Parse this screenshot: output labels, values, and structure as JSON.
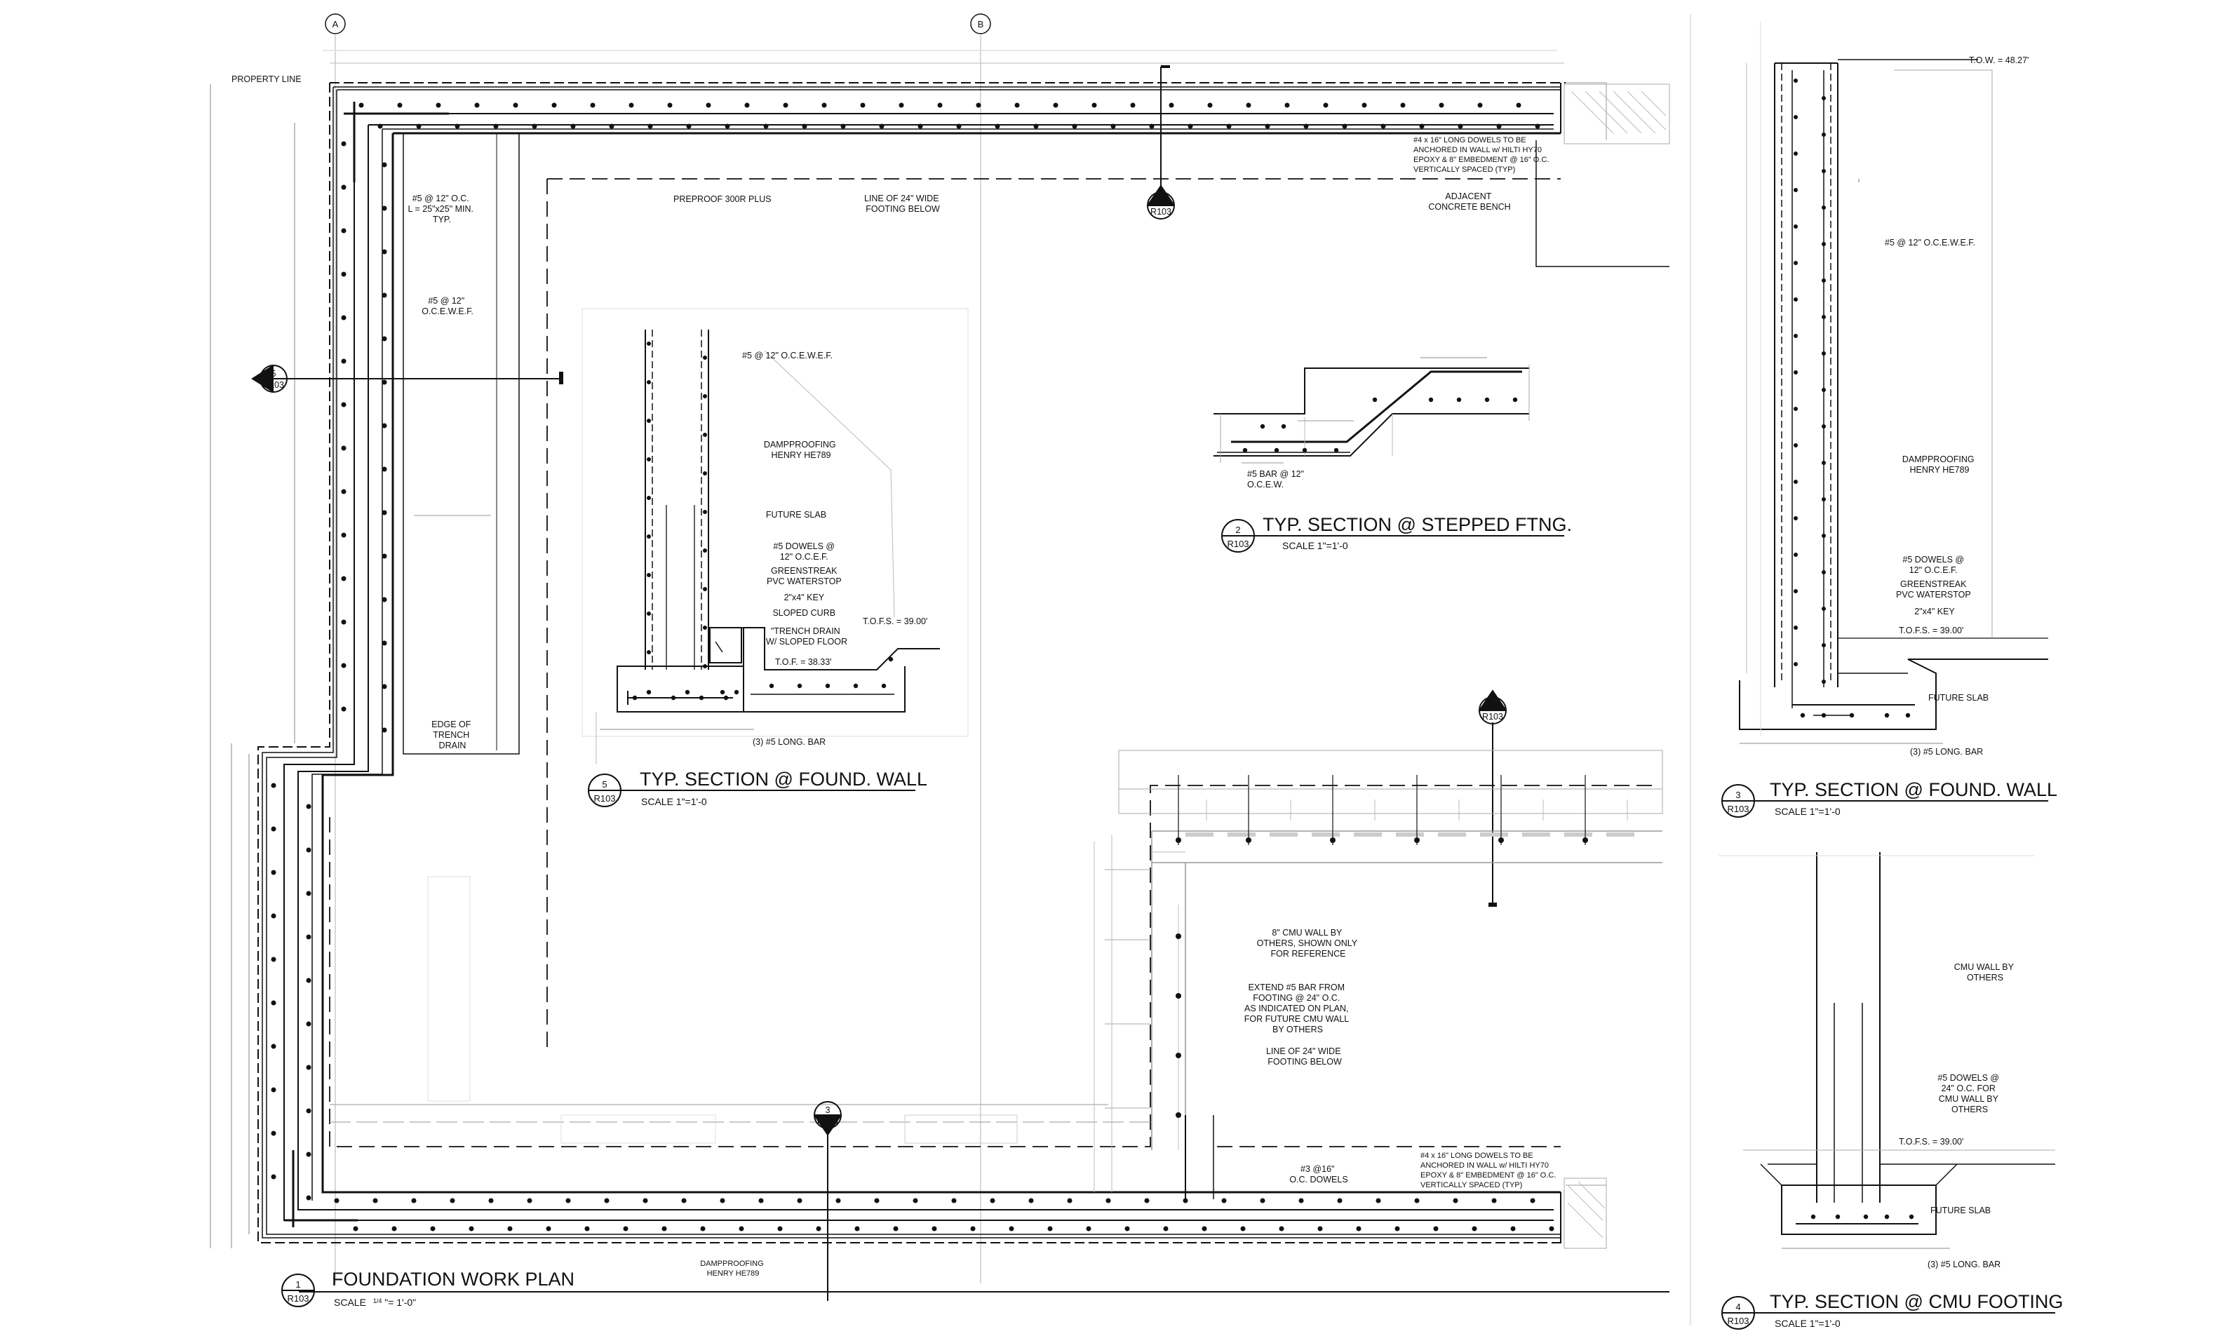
{
  "grid": {
    "a": "A",
    "b": "B"
  },
  "plan": {
    "property_line": "PROPERTY LINE",
    "rebar_corner": [
      "#5 @ 12\" O.C.",
      "L = 25\"x25\" MIN.",
      "TYP."
    ],
    "rebar_wall": [
      "#5 @ 12\"",
      "O.C.E.W.E.F."
    ],
    "preproof": "PREPROOF 300R PLUS",
    "footing_below": [
      "LINE OF 24\" WIDE",
      "FOOTING BELOW"
    ],
    "dowels_top": [
      "#4 x 16\" LONG DOWELS TO BE",
      "ANCHORED IN WALL w/ HILTI HY70",
      "EPOXY & 8\" EMBEDMENT @ 16\" O.C.",
      "VERTICALLY SPACED (TYP)"
    ],
    "bench": [
      "ADJACENT",
      "CONCRETE BENCH"
    ],
    "trench": [
      "EDGE OF",
      "TRENCH",
      "DRAIN"
    ],
    "cmu_wall": [
      "8\" CMU WALL BY",
      "OTHERS, SHOWN ONLY",
      "FOR REFERENCE"
    ],
    "extend_bar": [
      "EXTEND #5 BAR FROM",
      "FOOTING @ 24\" O.C.",
      "AS INDICATED ON PLAN,",
      "FOR FUTURE CMU WALL",
      "BY OTHERS"
    ],
    "footing_below_2": [
      "LINE OF 24\" WIDE",
      "FOOTING BELOW"
    ],
    "dowels_3": [
      "#3 @16\"",
      "O.C. DOWELS"
    ],
    "dowels_bottom": [
      "#4 x 16\" LONG DOWELS TO BE",
      "ANCHORED IN WALL w/ HILTI HY70",
      "EPOXY & 8\" EMBEDMENT @ 16\" O.C.",
      "VERTICALLY SPACED (TYP)"
    ],
    "dampproofing": [
      "DAMPPROOFING",
      "HENRY HE789"
    ],
    "number": "1",
    "sheet": "R103",
    "title": "FOUNDATION WORK PLAN",
    "scale_prefix": "SCALE",
    "scale_frac": "1/4",
    "scale_rest": "\"= 1'-0\""
  },
  "section_markers": [
    {
      "num": "3",
      "sheet": "R103"
    },
    {
      "num": "5",
      "sheet": "R103"
    },
    {
      "num": "4",
      "sheet": "R103"
    },
    {
      "num": "3",
      "sheet": "R103"
    }
  ],
  "detail5": {
    "notes": [
      "#5 @ 12\" O.C.E.W.E.F.",
      "DAMPPROOFING",
      "HENRY HE789",
      "FUTURE SLAB",
      "#5 DOWELS @",
      "12\" O.C.E.F.",
      "GREENSTREAK",
      "PVC WATERSTOP",
      "2\"x4\" KEY",
      "SLOPED CURB",
      "\"TRENCH  DRAIN",
      "W/ SLOPED FLOOR"
    ],
    "tofs": "T.O.F.S. = 39.00'",
    "tof": "T.O.F. = 38.33'",
    "long_bar": "(3) #5 LONG. BAR",
    "number": "5",
    "sheet": "R103",
    "title": "TYP. SECTION @ FOUND. WALL",
    "scale": "SCALE  1\"=1'-0"
  },
  "detail2": {
    "bar": [
      "#5 BAR @ 12\"",
      "O.C.E.W."
    ],
    "number": "2",
    "sheet": "R103",
    "title": "TYP. SECTION @ STEPPED FTNG.",
    "scale": "SCALE  1\"=1'-0"
  },
  "detail3": {
    "tow": "T.O.W. = 48.27'",
    "rebar": "#5 @ 12\" O.C.E.W.E.F.",
    "damp": [
      "DAMPPROOFING",
      "HENRY HE789"
    ],
    "dowels": [
      "#5 DOWELS @",
      "12\" O.C.E.F.",
      "GREENSTREAK",
      "PVC WATERSTOP",
      "2\"x4\" KEY"
    ],
    "tofs": "T.O.F.S. = 39.00'",
    "slab": "FUTURE SLAB",
    "long_bar": "(3) #5 LONG. BAR",
    "number": "3",
    "sheet": "R103",
    "title": "TYP. SECTION @ FOUND. WALL",
    "scale": "SCALE  1\"=1'-0"
  },
  "detail4": {
    "cmu": [
      "CMU WALL BY",
      "OTHERS"
    ],
    "dowels": [
      "#5 DOWELS @",
      "24\" O.C. FOR",
      "CMU WALL BY",
      "OTHERS"
    ],
    "tofs": "T.O.F.S. = 39.00'",
    "slab": "FUTURE SLAB",
    "long_bar": "(3) #5 LONG. BAR",
    "number": "4",
    "sheet": "R103",
    "title": "TYP. SECTION @ CMU FOOTING",
    "scale": "SCALE  1\"=1'-0"
  }
}
